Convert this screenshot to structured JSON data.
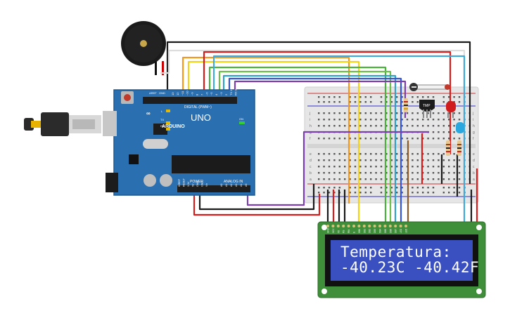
{
  "arduino": {
    "brand": "ARDUINO",
    "model": "UNO",
    "digital_label": "DIGITAL (PWM~)",
    "analog_label": "ANALOG IN",
    "power_label": "POWER",
    "aref": "AREF",
    "gnd": "GND",
    "tx": "TX",
    "rx": "RX",
    "l": "L",
    "on": "ON",
    "digital_pins": [
      "13",
      "12",
      "~11",
      "~10",
      "~9",
      "8",
      "7",
      "~6",
      "~5",
      "4",
      "~3",
      "2",
      "TX 1",
      "RX 0"
    ],
    "power_pins": [
      "IOREF",
      "RESET",
      "3.3V",
      "5V",
      "GND",
      "GND",
      "Vin"
    ],
    "analog_pins": [
      "A0",
      "A1",
      "A2",
      "A3",
      "A4",
      "A5"
    ]
  },
  "sensor": {
    "label": "TMP"
  },
  "breadboard": {
    "rows_top": [
      "j",
      "i",
      "h",
      "g",
      "f"
    ],
    "rows_bottom": [
      "e",
      "d",
      "c",
      "b",
      "a"
    ]
  },
  "lcd": {
    "line1": "Temperatura:",
    "line2": "-40.23C  -40.42F",
    "pins": [
      "GND",
      "VCC",
      "V0",
      "RS",
      "RW",
      "E",
      "DB0",
      "DB1",
      "DB2",
      "DB3",
      "DB4",
      "DB5",
      "DB6",
      "DB7",
      "LED",
      "LED"
    ]
  },
  "colors": {
    "board": "#2a6fb0",
    "breadboard": "#e6e6e6",
    "lcd_pcb": "#3f8f3a",
    "lcd_screen": "#3a4fc0"
  }
}
